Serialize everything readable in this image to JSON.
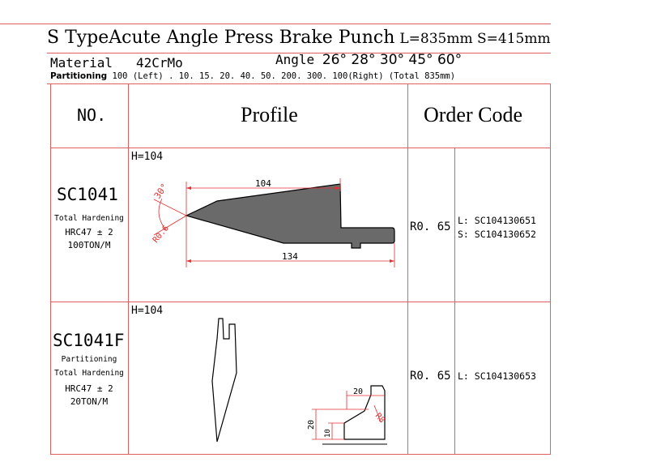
{
  "header": {
    "title": "S TypeAcute Angle Press Brake Punch",
    "length": "L=835mm S=415mm",
    "material_label": "Material",
    "material_value": "42CrMo",
    "angle_label": "Angle",
    "angle_values": "26° 28° 30° 45° 60°",
    "partitioning_label": "Partitioning",
    "partitioning_value": "100 (Left) . 10. 15. 20. 40. 50. 200. 300. 100(Right)  (Total 835mm)"
  },
  "columns": {
    "no": "NO.",
    "profile": "Profile",
    "order_code": "Order Code"
  },
  "rows": [
    {
      "code": "SC1041",
      "hardening": "Total Hardening",
      "hrc": "HRC47 ± 2",
      "ton": "100TON/M",
      "height": "H=104",
      "dim_top": "104",
      "dim_bottom": "134",
      "angle_note": "30°",
      "radius_note": "R0.6",
      "radius": "R0. 65",
      "order_lines": [
        "L: SC104130651",
        "S: SC104130652"
      ]
    },
    {
      "code": "SC1041F",
      "partitioning": "Partitioning",
      "hardening": "Total Hardening",
      "hrc": "HRC47 ± 2",
      "ton": "20TON/M",
      "height": "H=104",
      "dim_a": "20",
      "dim_b": "20",
      "dim_c": "10",
      "radius_note": "R8",
      "radius": "R0. 65",
      "order_lines": [
        "L: SC104130653"
      ]
    }
  ]
}
